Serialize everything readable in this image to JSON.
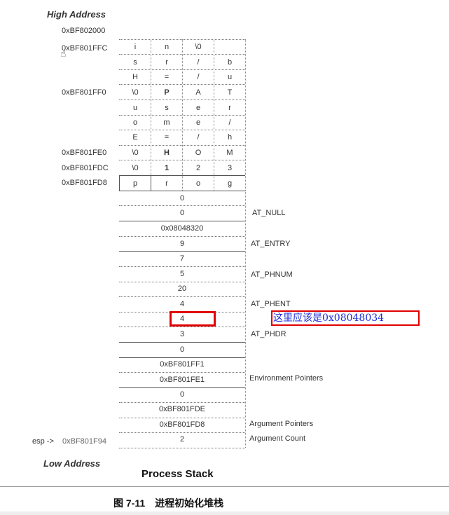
{
  "labels": {
    "high_address": "High Address",
    "low_address": "Low Address",
    "process_stack": "Process Stack",
    "figure_caption": "图 7-11　进程初始化堆栈",
    "esp_pointer": "esp ->"
  },
  "addresses": {
    "a1": "0xBF802000",
    "a2": "0xBF801FFC",
    "a3": "0xBF801FF0",
    "a4": "0xBF801FE0",
    "a5": "0xBF801FDC",
    "a6": "0xBF801FD8",
    "a7": "0xBF801F94"
  },
  "string_rows": [
    [
      "i",
      "n",
      "\\0",
      ""
    ],
    [
      "s",
      "r",
      "/",
      "b"
    ],
    [
      "H",
      "=",
      "/",
      "u"
    ],
    [
      "\\0",
      "P",
      "A",
      "T"
    ],
    [
      "u",
      "s",
      "e",
      "r"
    ],
    [
      "o",
      "m",
      "e",
      "/"
    ],
    [
      "E",
      "=",
      "/",
      "h"
    ],
    [
      "\\0",
      "H",
      "O",
      "M"
    ],
    [
      "\\0",
      "1",
      "2",
      "3"
    ],
    [
      "p",
      "r",
      "o",
      "g"
    ]
  ],
  "stack_values": [
    "0",
    "0",
    "0x08048320",
    "9",
    "7",
    "5",
    "20",
    "4",
    "4",
    "3",
    "0",
    "0xBF801FF1",
    "0xBF801FE1",
    "0",
    "0xBF801FDE",
    "0xBF801FD8",
    "2"
  ],
  "stack_labels": {
    "at_null": "AT_NULL",
    "at_entry": "AT_ENTRY",
    "at_phnum": "AT_PHNUM",
    "at_phent": "AT_PHENT",
    "at_phdr": "AT_PHDR",
    "env_pointers": "Environment Pointers",
    "arg_pointers": "Argument Pointers",
    "arg_count": "Argument Count"
  },
  "annotation": {
    "text": "这里应该是0x08048034",
    "text_color": "#1a2bd6",
    "border_color": "#e00000"
  },
  "cursor_icon": "hand-cursor-icon"
}
